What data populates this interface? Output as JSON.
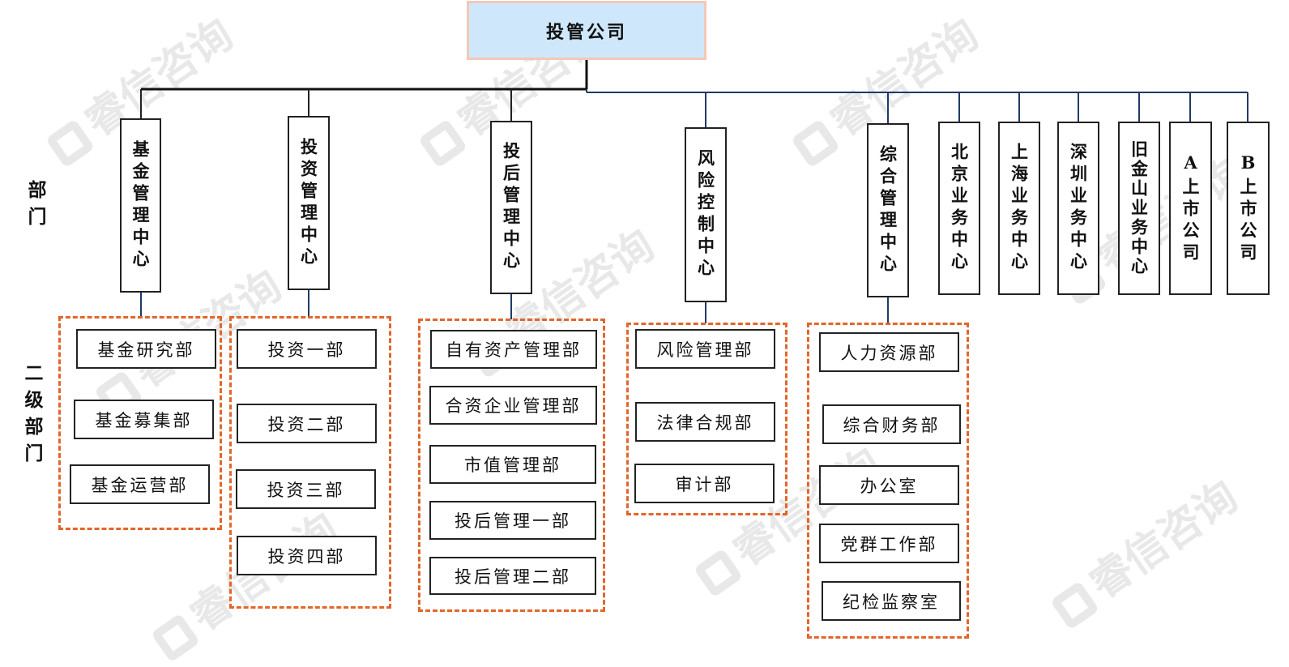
{
  "root": {
    "label": "投管公司"
  },
  "row_labels": {
    "dept": "部门",
    "subdept": "二级部门"
  },
  "watermark": {
    "text": "睿信咨询"
  },
  "departments": [
    {
      "label": "基金管理中心"
    },
    {
      "label": "投资管理中心"
    },
    {
      "label": "投后管理中心"
    },
    {
      "label": "风险控制中心"
    },
    {
      "label": "综合管理中心"
    },
    {
      "label": "北京业务中心"
    },
    {
      "label": "上海业务中心"
    },
    {
      "label": "深圳业务中心"
    },
    {
      "label": "旧金山业务中心"
    },
    {
      "label": "A上市公司"
    },
    {
      "label": "B上市公司"
    }
  ],
  "groups": [
    {
      "items": [
        "基金研究部",
        "基金募集部",
        "基金运营部"
      ]
    },
    {
      "items": [
        "投资一部",
        "投资二部",
        "投资三部",
        "投资四部"
      ]
    },
    {
      "items": [
        "自有资产管理部",
        "合资企业管理部",
        "市值管理部",
        "投后管理一部",
        "投后管理二部"
      ]
    },
    {
      "items": [
        "风险管理部",
        "法律合规部",
        "审计部"
      ]
    },
    {
      "items": [
        "人力资源部",
        "综合财务部",
        "办公室",
        "党群工作部",
        "纪检监察室"
      ]
    }
  ],
  "colors": {
    "root_fill": "#cfe7fb",
    "root_border": "#f3c8b6",
    "group_border": "#e2662a",
    "connector_dark": "#111111",
    "connector_navy": "#1f3a68"
  }
}
